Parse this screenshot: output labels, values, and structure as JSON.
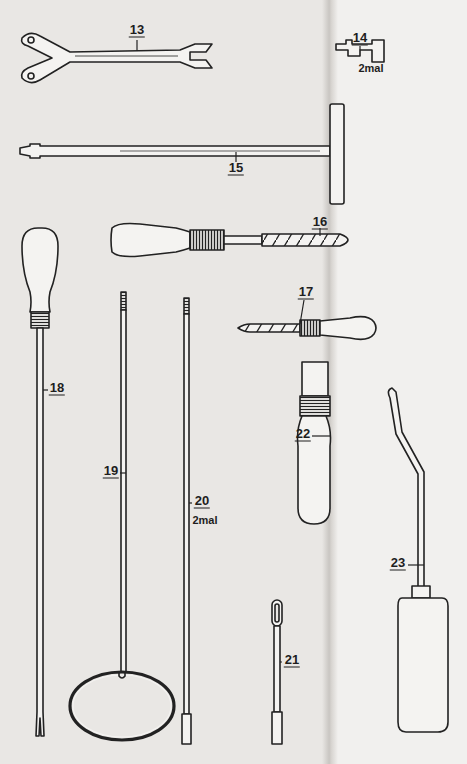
{
  "diagram": {
    "labels": [
      "13",
      "14",
      "2mal",
      "15",
      "16",
      "17",
      "18",
      "19",
      "20",
      "2mal",
      "21",
      "22",
      "23"
    ]
  }
}
